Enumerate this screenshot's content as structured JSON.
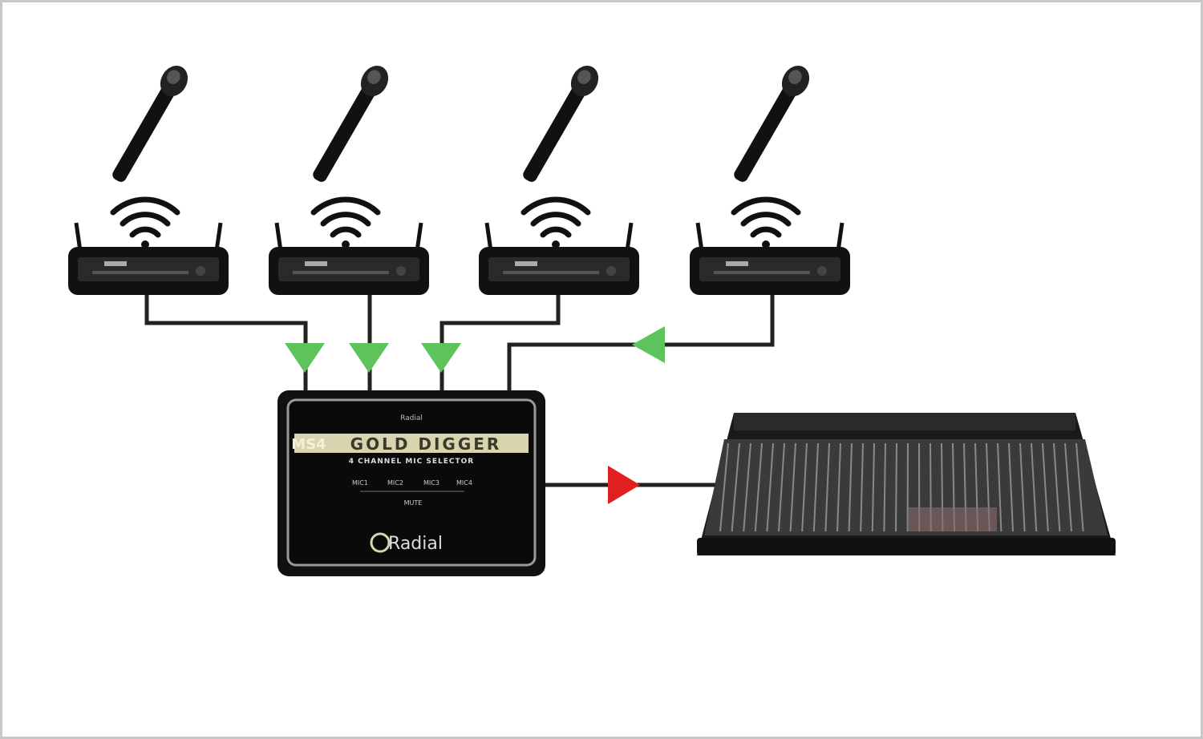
{
  "selector": {
    "top_label": "Radial",
    "model": "MS4",
    "name": "GOLD DIGGER",
    "subtitle": "4 CHANNEL MIC SELECTOR",
    "buttons": [
      "MIC1",
      "MIC2",
      "MIC3",
      "MIC4"
    ],
    "mute_label": "MUTE",
    "brand": "Radial"
  },
  "colors": {
    "input_arrow": "#5cc45a",
    "output_arrow": "#e02020",
    "cable": "#222222",
    "gold": "#d8d4b0"
  },
  "microphones": [
    "mic-1",
    "mic-2",
    "mic-3",
    "mic-4"
  ],
  "icons": [
    "microphone-icon",
    "wireless-signal-icon",
    "wireless-receiver-icon",
    "mixing-console-icon"
  ]
}
